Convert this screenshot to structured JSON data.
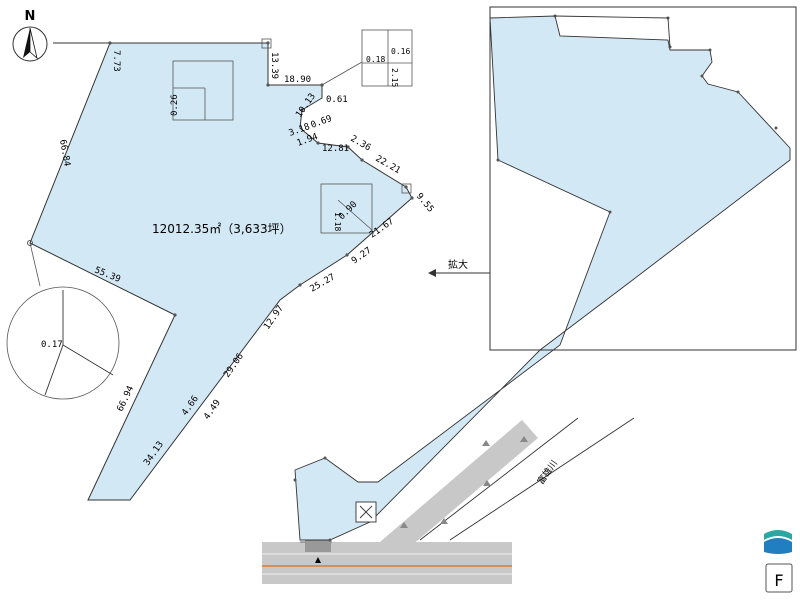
{
  "north_label": "N",
  "area_label": "12012.35㎡（3,633坪）",
  "enlarge_label": "拡大",
  "river_label": "富雄川",
  "logo_letter": "F",
  "dimensions": {
    "d1": "7.73",
    "d2": "13.39",
    "d3": "18.90",
    "d4": "0.61",
    "d5": "10.13",
    "d6": "3.18",
    "d7": "0.69",
    "d8": "1.94",
    "d9": "2.36",
    "d10": "12.81",
    "d11": "22.21",
    "d12": "9.55",
    "d13": "21.67",
    "d14": "9.27",
    "d15": "25.27",
    "d16": "12.97",
    "d17": "29.06",
    "d18": "4.66",
    "d19": "4.49",
    "d20": "34.13",
    "d21": "66.94",
    "d22": "55.39",
    "d23": "66.84",
    "d24": "0.26",
    "d25": "0.16",
    "d26": "0.18",
    "d27": "2.15",
    "d28": "0.90",
    "d29": "1.18",
    "d30": "0.17"
  },
  "colors": {
    "parcel_fill": "#d3e8f5",
    "line": "#333333",
    "road": "#c8c8c8",
    "road_center": "#e07a2a",
    "logo_blue": "#1f7fc0",
    "logo_teal": "#2aa7a0"
  }
}
